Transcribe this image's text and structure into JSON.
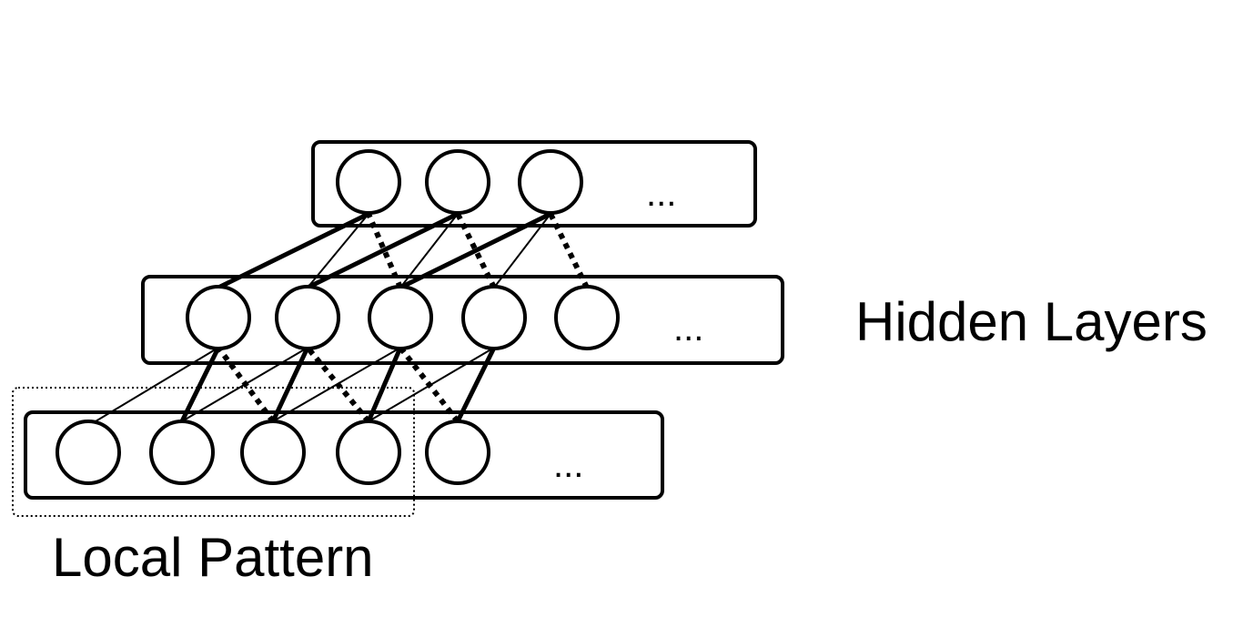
{
  "labels": {
    "hidden_layers": "Hidden Layers",
    "local_pattern": "Local Pattern",
    "ellipsis": "..."
  },
  "layers": [
    {
      "name": "top-hidden-layer",
      "visible_nodes": 3
    },
    {
      "name": "middle-hidden-layer",
      "visible_nodes": 5
    },
    {
      "name": "input-layer",
      "visible_nodes": 5
    }
  ],
  "colors": {
    "stroke": "#000000",
    "background": "#ffffff"
  }
}
